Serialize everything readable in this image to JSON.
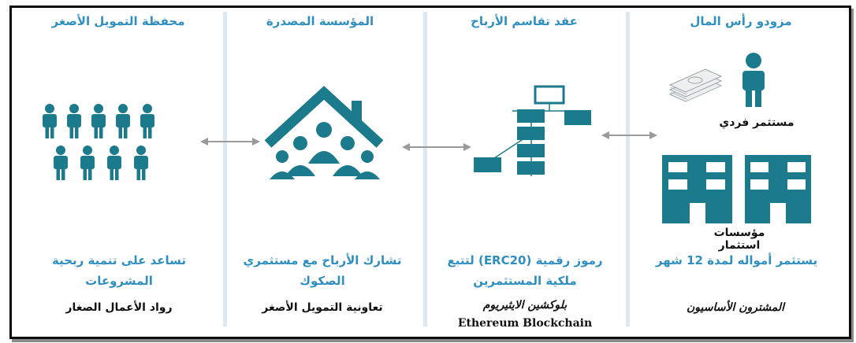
{
  "columns": [
    {
      "title": "محفظة التمويل الأصغر",
      "desc_line1": "تساعد على تنمية ربحية",
      "desc_line2": "المشروعات",
      "bottom": "رواد الأعمال الصغار"
    },
    {
      "title": "المؤسسة المصدرة",
      "desc_line1": "تشارك الأرباح مع مستثمري",
      "desc_line2": "الصكوك",
      "bottom": "تعاونية التمويل الأصغر"
    },
    {
      "title": "عقد تقاسم الأرباح",
      "desc_line1": "رموز رقمية (ERC20) لتتبع",
      "desc_line2": "ملكية المستثمرين",
      "bottom": "بلوكشين الايثيريوم",
      "bottom_english": "Ethereum Blockchain"
    },
    {
      "title": "مزودو رأس المال",
      "caption_individual": "مستثمر فردي",
      "caption_institutions": "مؤسسات استثمار",
      "desc_line1": "يستثمر أمواله لمدة 12 شهر",
      "bottom": "المشترون الأساسيون"
    }
  ],
  "colors": {
    "icon_teal": "#1b7a8c",
    "title_blue": "#2f8fbf",
    "arrow_gray": "#9a9a9a",
    "divider": "#dde9f2"
  },
  "icons": [
    "people-group-icon",
    "cooperative-house-icon",
    "token-hierarchy-icon",
    "person-icon",
    "money-icon",
    "building-icon"
  ]
}
